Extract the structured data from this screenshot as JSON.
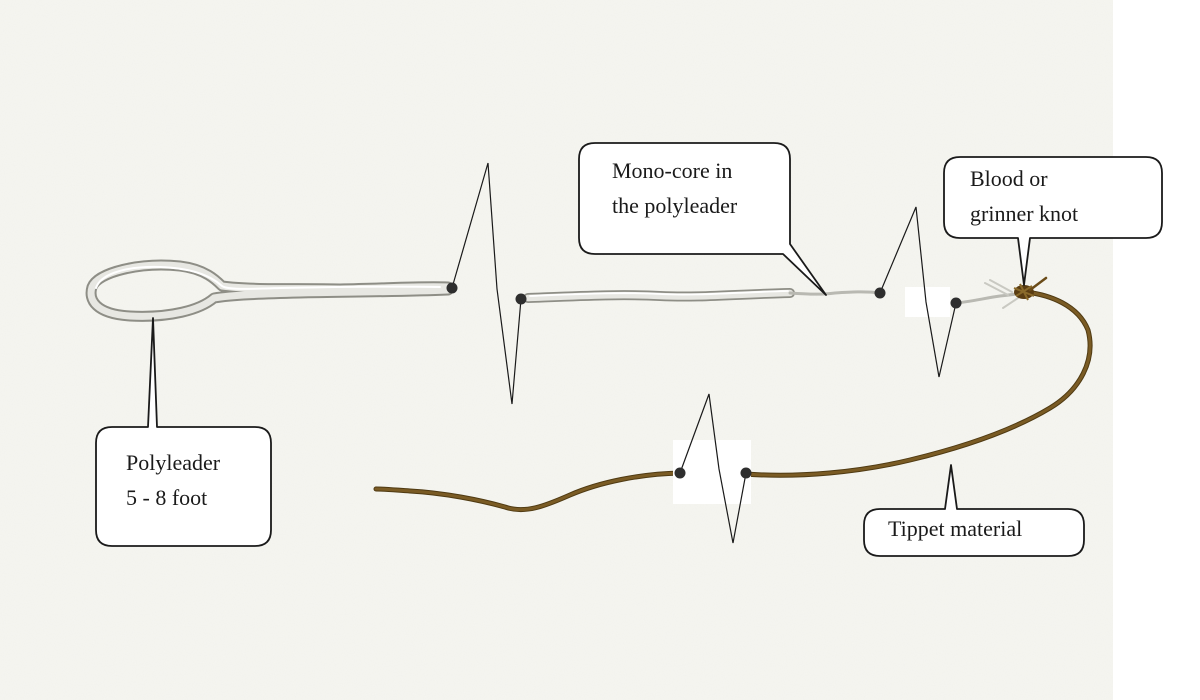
{
  "colors": {
    "paper": "#f6f6f1",
    "polyleader": "#e4e4df",
    "polyleader_edge": "#9a9a92",
    "tippet": "#6e5220",
    "knot": "#5a3d12",
    "break_dot": "#2e2e2e",
    "callout_border": "#1a1a1a"
  },
  "callouts": {
    "polyleader": {
      "line1": "Polyleader",
      "line2": "5 - 8 foot"
    },
    "monocore": {
      "line1": "Mono-core in",
      "line2": "the polyleader"
    },
    "knot": {
      "line1": "Blood or",
      "line2": "grinner knot"
    },
    "tippet": {
      "line1": "Tippet material"
    }
  }
}
